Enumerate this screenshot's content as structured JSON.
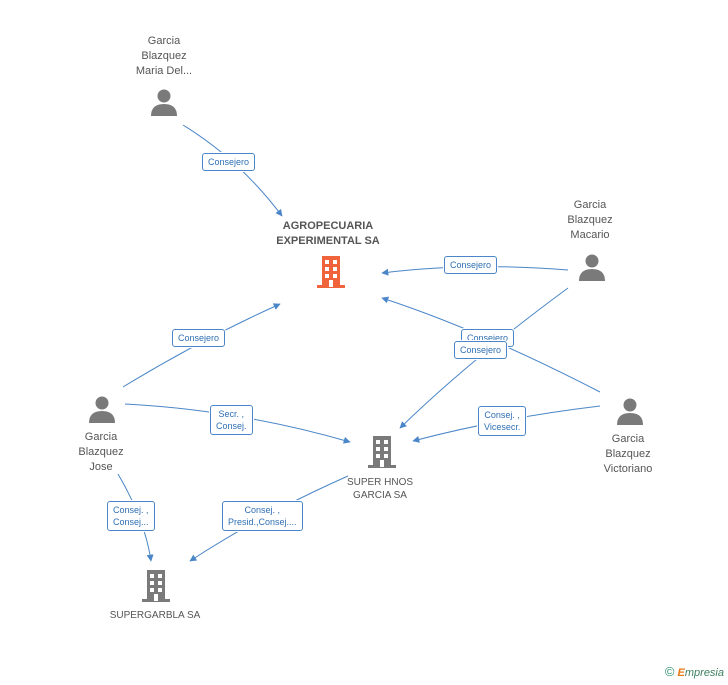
{
  "colors": {
    "edge": "#4a86c8",
    "person_icon": "#7a7a7a",
    "company_icon": "#7a7a7a",
    "main_company_icon": "#f0643c"
  },
  "nodes": {
    "garcia_maria": {
      "lines": [
        "Garcia",
        "Blazquez",
        "Maria Del..."
      ],
      "icon": "person-icon"
    },
    "agropecuaria": {
      "lines": [
        "AGROPECUARIA",
        "EXPERIMENTAL SA"
      ],
      "icon": "building-icon"
    },
    "garcia_macario": {
      "lines": [
        "Garcia",
        "Blazquez",
        "Macario"
      ],
      "icon": "person-icon"
    },
    "garcia_jose": {
      "lines": [
        "Garcia",
        "Blazquez",
        "Jose"
      ],
      "icon": "person-icon"
    },
    "garcia_victoriano": {
      "lines": [
        "Garcia",
        "Blazquez",
        "Victoriano"
      ],
      "icon": "person-icon"
    },
    "super_hnos": {
      "lines": [
        "SUPER HNOS",
        "GARCIA SA"
      ],
      "icon": "building-icon"
    },
    "supergarbla": {
      "lines": [
        "SUPERGARBLA SA"
      ],
      "icon": "building-icon"
    }
  },
  "edges": {
    "maria_agro": {
      "lines": [
        "Consejero"
      ]
    },
    "macario_agro": {
      "lines": [
        "Consejero"
      ]
    },
    "victoriano_agro": {
      "lines": [
        "Consejero"
      ]
    },
    "macario_super": {
      "lines": [
        "Consejero"
      ]
    },
    "jose_agro": {
      "lines": [
        "Consejero"
      ]
    },
    "jose_super": {
      "lines": [
        "Secr. ,",
        "Consej."
      ]
    },
    "victoriano_super": {
      "lines": [
        "Consej. ,",
        "Vicesecr."
      ]
    },
    "jose_supergarbla": {
      "lines": [
        "Consej. ,",
        "Consej..."
      ]
    },
    "super_supergarbla": {
      "lines": [
        "Consej. ,",
        "Presid.,Consej...."
      ]
    }
  },
  "footer": {
    "copyright": "©",
    "brand_initial": "E",
    "brand_rest": "mpresia"
  }
}
